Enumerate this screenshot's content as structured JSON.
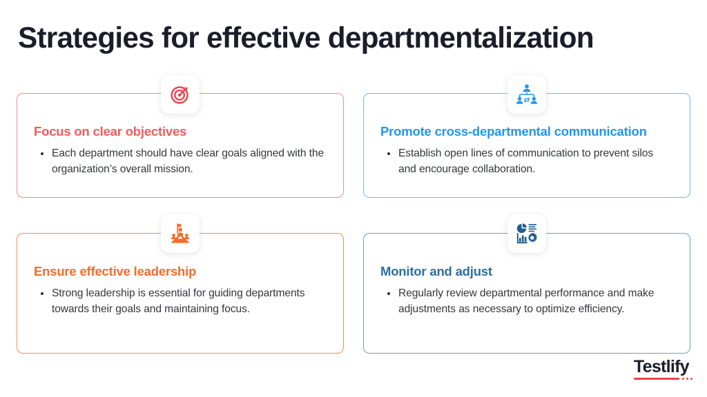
{
  "page": {
    "title": "Strategies for effective departmentalization",
    "background_color": "#FFFFFF",
    "title_color": "#1B1D29",
    "body_text_color": "#33363B"
  },
  "cards": [
    {
      "id": "focus-on-clear-objectives",
      "title": "Focus on clear objectives",
      "accent_color": "#F55A5A",
      "border_color": "#F58A8A",
      "icon_name": "target-icon",
      "icon_color": "#F0434F",
      "bullets": [
        "Each department should have clear goals aligned with the organization’s overall mission."
      ]
    },
    {
      "id": "promote-cross-departmental-communication",
      "title": "Promote cross-departmental communication",
      "accent_color": "#2196F3",
      "border_color": "#68BDF5",
      "icon_name": "team-network-icon",
      "icon_color": "#2196F3",
      "bullets": [
        "Establish open lines of communication to prevent silos and encourage collaboration."
      ]
    },
    {
      "id": "ensure-effective-leadership",
      "title": "Ensure effective leadership",
      "accent_color": "#FA6A28",
      "border_color": "#F58B57",
      "icon_name": "leadership-summit-icon",
      "icon_color": "#FA6A28",
      "bullets": [
        "Strong leadership is essential for guiding departments towards their goals and maintaining focus."
      ]
    },
    {
      "id": "monitor-and-adjust",
      "title": "Monitor and adjust",
      "accent_color": "#2E6DA4",
      "border_color": "#6F9EC4",
      "icon_name": "analytics-settings-icon",
      "icon_color": "#1F5C8F",
      "bullets": [
        "Regularly review departmental performance and make adjustments as necessary to optimize efficiency."
      ]
    }
  ],
  "logo": {
    "name": "Testlify",
    "text_color": "#1B1D29",
    "accent_color": "#F0404B"
  }
}
